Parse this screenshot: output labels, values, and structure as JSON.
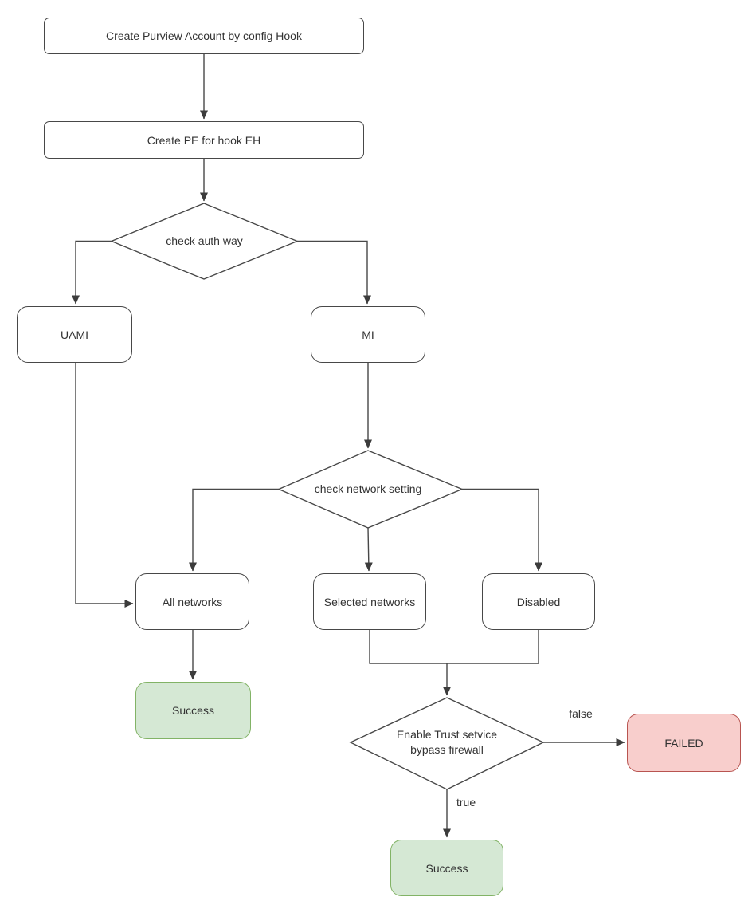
{
  "diagram_type": "flowchart",
  "nodes": {
    "create_account": {
      "label": "Create Purview Account by config Hook",
      "shape": "rectangle"
    },
    "create_pe": {
      "label": "Create PE for hook EH",
      "shape": "rectangle"
    },
    "check_auth": {
      "label": "check auth way",
      "shape": "decision"
    },
    "uami": {
      "label": "UAMI",
      "shape": "rounded"
    },
    "mi": {
      "label": "MI",
      "shape": "rounded"
    },
    "check_network": {
      "label": "check network setting",
      "shape": "decision"
    },
    "all_networks": {
      "label": "All networks",
      "shape": "rounded"
    },
    "selected_networks": {
      "label": "Selected networks",
      "shape": "rounded"
    },
    "disabled": {
      "label": "Disabled",
      "shape": "rounded"
    },
    "success_all_networks": {
      "label": "Success",
      "shape": "terminal",
      "fill": "#d5e8d4",
      "border": "#82b366"
    },
    "trust_service_check": {
      "label": "Enable Trust setvice bypass firewall",
      "shape": "decision"
    },
    "failed": {
      "label": "FAILED",
      "shape": "terminal",
      "fill": "#f8cecc",
      "border": "#b85450"
    },
    "success_trust": {
      "label": "Success",
      "shape": "terminal",
      "fill": "#d5e8d4",
      "border": "#82b366"
    }
  },
  "edge_labels": {
    "trust_false": "false",
    "trust_true": "true"
  },
  "colors": {
    "background": "#ffffff",
    "node_fill": "#ffffff",
    "stroke": "#484848",
    "text": "#333333",
    "success_fill": "#d5e8d4",
    "success_border": "#82b366",
    "failed_fill": "#f8cecc",
    "failed_border": "#b85450"
  }
}
